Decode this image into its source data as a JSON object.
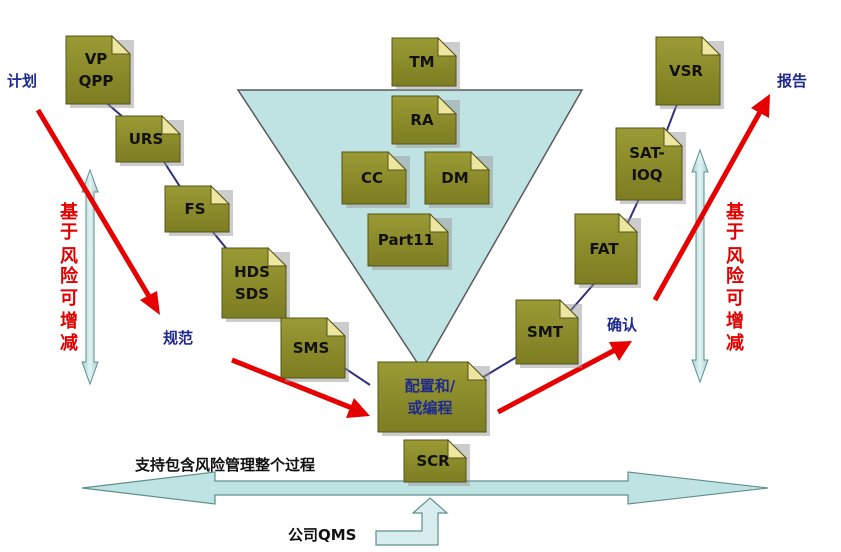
{
  "labels": {
    "plan": "计划",
    "report": "报告",
    "spec": "规范",
    "confirm": "确认",
    "risk_left": [
      "基",
      "于",
      "风",
      "险",
      "可",
      "增",
      "减"
    ],
    "risk_right": [
      "基",
      "于",
      "风",
      "险",
      "可",
      "增",
      "减"
    ],
    "support": "支持包含风险管理整个过程",
    "company": "公司QMS"
  },
  "docs": {
    "vp": [
      "VP",
      "QPP"
    ],
    "urs": [
      "URS"
    ],
    "fs": [
      "FS"
    ],
    "hds": [
      "HDS",
      "SDS"
    ],
    "sms": [
      "SMS"
    ],
    "config": [
      "配置和/",
      "或编程"
    ],
    "scr": [
      "SCR"
    ],
    "smt": [
      "SMT"
    ],
    "fat": [
      "FAT"
    ],
    "satioq": [
      "SAT-",
      "IOQ"
    ],
    "vsr": [
      "VSR"
    ],
    "tm": [
      "TM"
    ],
    "ra": [
      "RA"
    ],
    "cc": [
      "CC"
    ],
    "dm": [
      "DM"
    ],
    "part11": [
      "Part11"
    ]
  },
  "colors": {
    "doc_fill": "#8f8f2c",
    "doc_fold": "#ede6a0",
    "triangle": "#bfe3e3",
    "connector": "#2f2f7f",
    "red_arrow": "#e60000",
    "blue_text": "#1f2a8c"
  }
}
